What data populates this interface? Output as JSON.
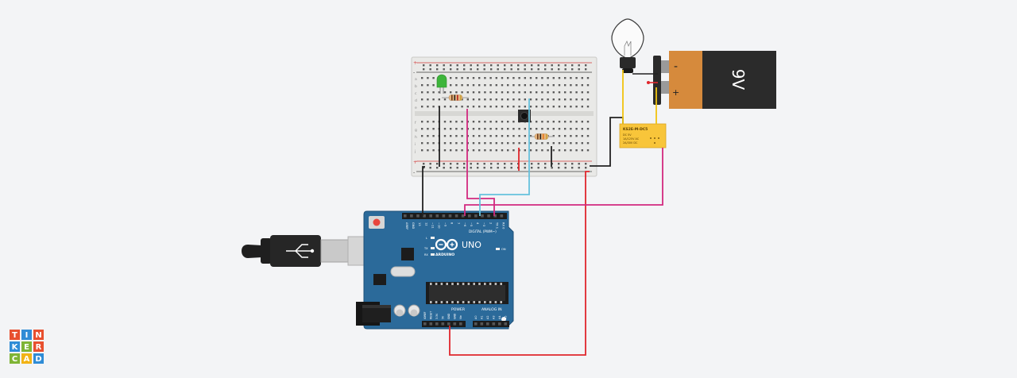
{
  "app": {
    "logo_letters": [
      "T",
      "I",
      "N",
      "K",
      "E",
      "R",
      "C",
      "A",
      "D"
    ],
    "logo_colors": [
      "#e8502f",
      "#2f8cd6",
      "#e8502f",
      "#2f8cd6",
      "#7fb435",
      "#e8502f",
      "#7fb435",
      "#f2b316",
      "#2f8cd6"
    ]
  },
  "battery": {
    "label": "9V",
    "minus_sign": "-",
    "plus_sign": "+"
  },
  "relay": {
    "model": "KS2E-M-DC5",
    "lines": [
      "DC 5V",
      "1A/125V AC",
      "2A/30V DC"
    ]
  },
  "arduino": {
    "brand": "ARDUINO",
    "model": "UNO",
    "digital_label": "DIGITAL (PWM~)",
    "power_label": "POWER",
    "analog_label": "ANALOG IN",
    "on_label": "ON",
    "l_label": "L",
    "tx_label": "TX",
    "rx_label": "RX",
    "digital_pins": [
      "AREF",
      "GND",
      "13",
      "12",
      "~11",
      "~10",
      "~9",
      "8",
      "7",
      "~6",
      "~5",
      "4",
      "~3",
      "2",
      "TX 1",
      "RX 0"
    ],
    "power_pins": [
      "IOREF",
      "RESET",
      "3.3V",
      "5V",
      "GND",
      "GND",
      "Vin"
    ],
    "analog_pins": [
      "A0",
      "A1",
      "A2",
      "A3",
      "A4",
      "A5"
    ]
  },
  "breadboard": {
    "row_letters_top": [
      "a",
      "b",
      "c",
      "d",
      "e"
    ],
    "row_letters_bottom": [
      "f",
      "g",
      "h",
      "i",
      "j"
    ],
    "rail_signs": [
      "+",
      "-"
    ]
  },
  "colors": {
    "wire_black": "#222222",
    "wire_red": "#e0262c",
    "wire_magenta": "#d2297f",
    "wire_cyan": "#66c1dd",
    "wire_yellow": "#f1c40f",
    "arduino_blue": "#2b6a9a",
    "battery_orange": "#d68a3c",
    "relay_yellow": "#f8c53a"
  }
}
